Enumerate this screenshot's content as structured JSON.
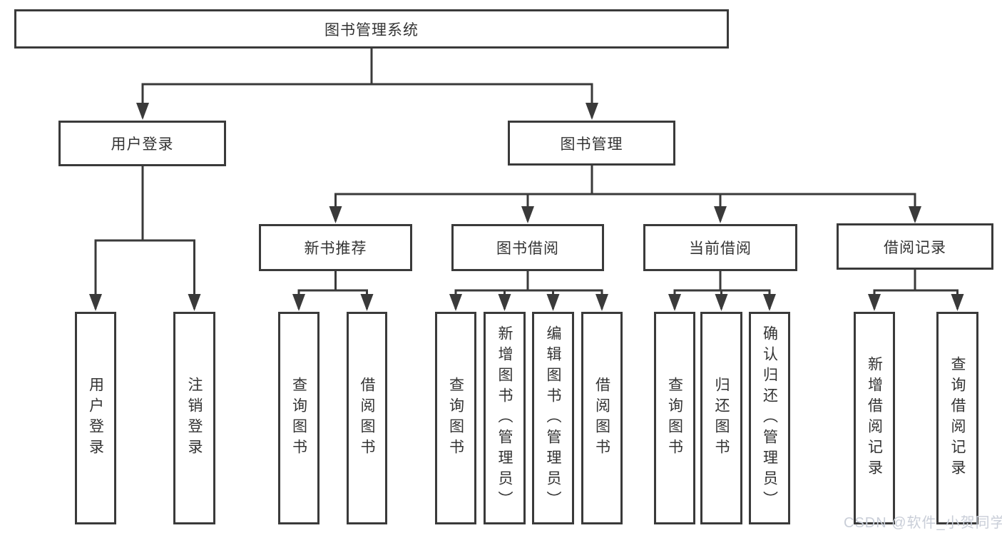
{
  "nodes": {
    "root": "图书管理系统",
    "level2": [
      "用户登录",
      "图书管理"
    ],
    "level3": [
      "新书推荐",
      "图书借阅",
      "当前借阅",
      "借阅记录"
    ],
    "user_leaves": [
      "用户登录",
      "注销登录"
    ],
    "recommend_leaves": [
      "查询图书",
      "借阅图书"
    ],
    "borrow_leaves": [
      "查询图书",
      "新增图书（管理员）",
      "编辑图书（管理员）",
      "借阅图书"
    ],
    "current_leaves": [
      "查询图书",
      "归还图书",
      "确认归还（管理员）"
    ],
    "record_leaves": [
      "新增借阅记录",
      "查询借阅记录"
    ]
  },
  "watermark": "CSDN @软件_小贺同学",
  "colors": {
    "line": "#3a3a3a",
    "border": "#3a3a3a",
    "text": "#333333",
    "watermark": "#c9ced8",
    "background": "#ffffff"
  }
}
